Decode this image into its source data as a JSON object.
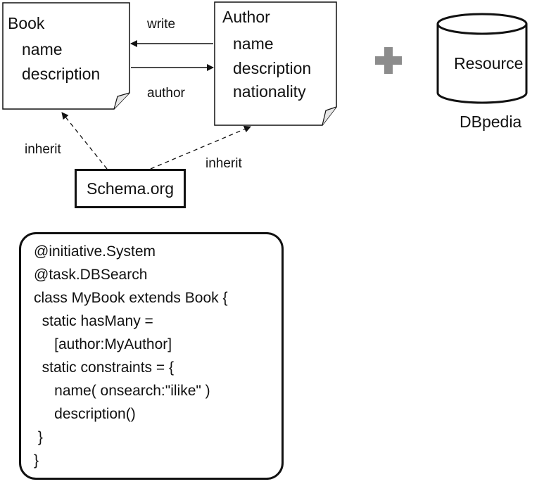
{
  "book": {
    "title": "Book",
    "fields": [
      "name",
      "description"
    ]
  },
  "author": {
    "title": "Author",
    "fields": [
      "name",
      "description",
      "nationality"
    ]
  },
  "relations": {
    "write": "write",
    "author": "author",
    "inherit_left": "inherit",
    "inherit_right": "inherit"
  },
  "schema": {
    "label": "Schema.org"
  },
  "resource": {
    "label": "Resource",
    "caption": "DBpedia"
  },
  "code": {
    "lines": [
      "@initiative.System",
      "@task.DBSearch",
      "class MyBook extends Book {",
      "  static hasMany =",
      "     [author:MyAuthor]",
      "  static constraints = {",
      "     name( onsearch:\"ilike\" )",
      "     description()",
      " }",
      "}"
    ]
  },
  "colors": {
    "stroke": "#111111",
    "plus": "#8c8c8c"
  }
}
